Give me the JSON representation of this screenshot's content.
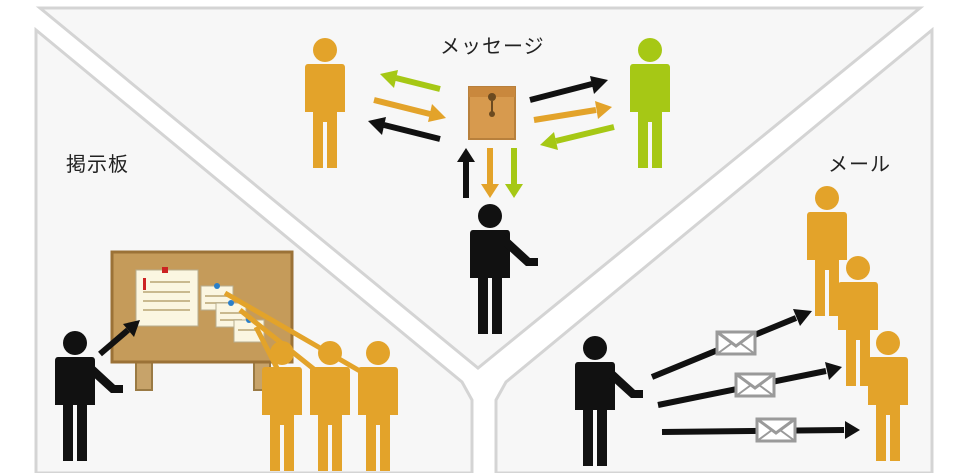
{
  "labels": {
    "message": "メッセージ",
    "board": "掲示板",
    "mail": "メール"
  },
  "colors": {
    "orange": "#e3a32a",
    "green": "#a6c815",
    "black": "#111111",
    "panel": "#f7f7f7",
    "panel_border": "#d0d0d0",
    "cork": "#c59b5a",
    "envelope": "#a0a0a0"
  },
  "icons": [
    "person-icon",
    "package-icon",
    "corkboard-icon",
    "envelope-icon",
    "arrow-icon"
  ]
}
